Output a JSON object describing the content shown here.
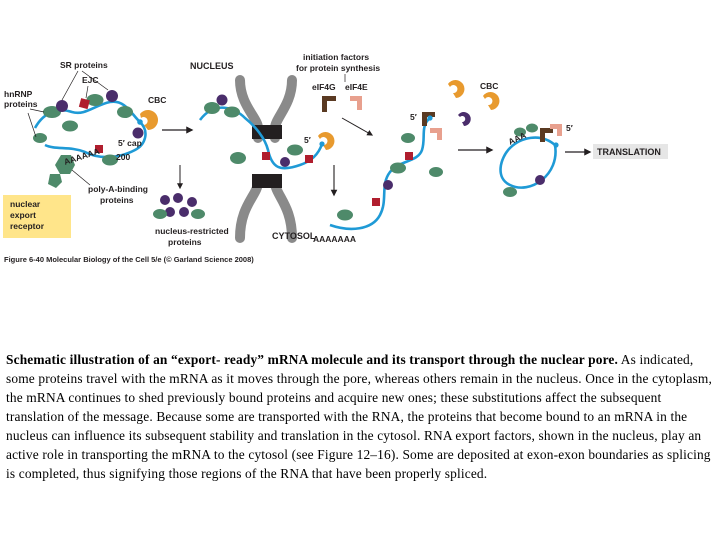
{
  "figure": {
    "labels": {
      "sr_proteins": "SR proteins",
      "ejc": "EJC",
      "hnrnp_line1": "hnRNP",
      "hnrnp_line2": "proteins",
      "cbc_left": "CBC",
      "cap_5": "5′ cap",
      "polya_seq": "AAAAAA",
      "polya_num": "200",
      "pab_line1": "poly-A-binding",
      "pab_line2": "proteins",
      "ner_line1": "nuclear",
      "ner_line2": "export",
      "ner_line3": "receptor",
      "nucleus": "NUCLEUS",
      "cytosol": "CYTOSOL",
      "init_line1": "initiation factors",
      "init_line2": "for protein synthesis",
      "eif4g": "eIF4G",
      "eif4e": "eIF4E",
      "five_prime_1": "5′",
      "five_prime_2": "5′",
      "five_prime_3": "5′",
      "nr_line1": "nucleus-restricted",
      "nr_line2": "proteins",
      "cbc_right": "CBC",
      "polya_cyto": "AAAAAAA",
      "aaa_right": "AAA",
      "translation": "TRANSLATION",
      "figure_credit": "Figure 6-40  Molecular Biology of the Cell 5/e (© Garland Science 2008)"
    },
    "colors": {
      "rna": "#1f9ad6",
      "hnrnp": "#4e8a6a",
      "sr": "#4a2d6b",
      "ejc": "#b01e2e",
      "cbc": "#e89a2e",
      "eif4e": "#e8a08e",
      "eif4g": "#5a3a22",
      "receptor_box": "#ffe58a",
      "pore": "#7a7a7a",
      "translation_box": "#e6e6e6"
    }
  },
  "caption": {
    "title": "Schematic illustration of an “export- ready” mRNA molecule and its transport through the nuclear pore.",
    "body": " As indicated, some proteins travel with the mRNA as it moves through the pore, whereas others remain in the nucleus. Once in the cytoplasm, the mRNA continues to shed previously bound proteins and acquire new ones; these substitutions affect the subsequent translation of the message. Because some are transported with the RNA, the proteins that become bound to an mRNA in the nucleus can influence its subsequent stability and translation in the cytosol. RNA export factors, shown in the nucleus, play an active role in transporting the mRNA to the cytosol (see Figure 12–16). Some are deposited at exon-exon boundaries as splicing is completed, thus signifying those regions of the RNA that have been properly spliced."
  }
}
